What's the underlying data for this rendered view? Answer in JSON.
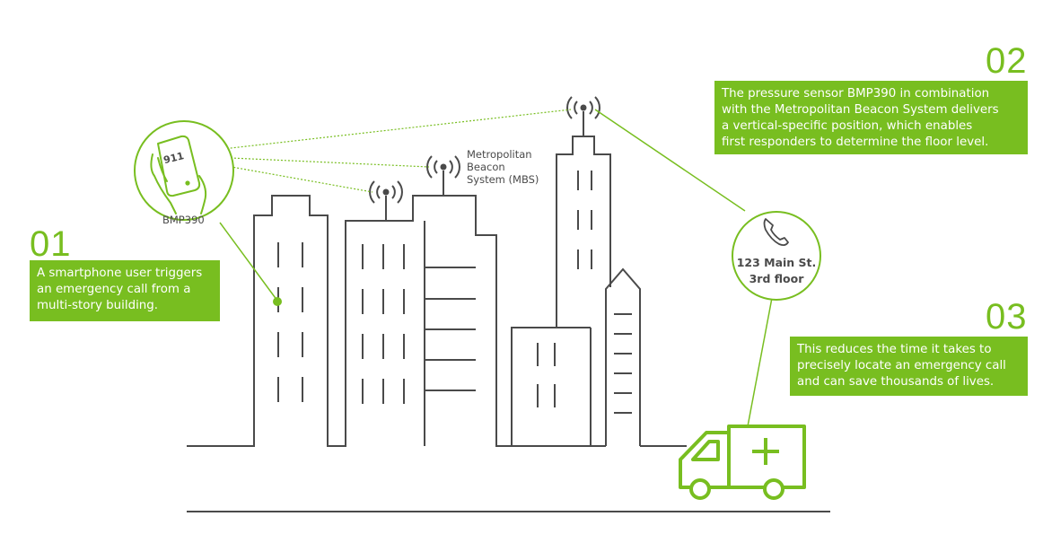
{
  "accent_color": "#78be20",
  "line_color": "#4a4a4a",
  "steps": [
    {
      "number": "01",
      "lines": [
        "A smartphone user triggers",
        "an emergency call from a",
        "multi-story building."
      ]
    },
    {
      "number": "02",
      "lines": [
        "The pressure sensor BMP390 in combination",
        "with the Metropolitan Beacon System delivers",
        "a vertical-specific position, which enables",
        "first responders to determine the floor level."
      ]
    },
    {
      "number": "03",
      "lines": [
        "This reduces the time it takes to",
        "precisely locate an emergency call",
        "and can save thousands of lives."
      ]
    }
  ],
  "phone_badge": {
    "screen_text": "911",
    "sensor_label": "BMP390"
  },
  "mbs_label": [
    "Metropolitan",
    "Beacon",
    "System (MBS)"
  ],
  "location_badge": {
    "icon": "phone-icon",
    "lines": [
      "123 Main St.",
      "3rd floor"
    ]
  },
  "vehicle": {
    "icon": "ambulance-icon"
  }
}
